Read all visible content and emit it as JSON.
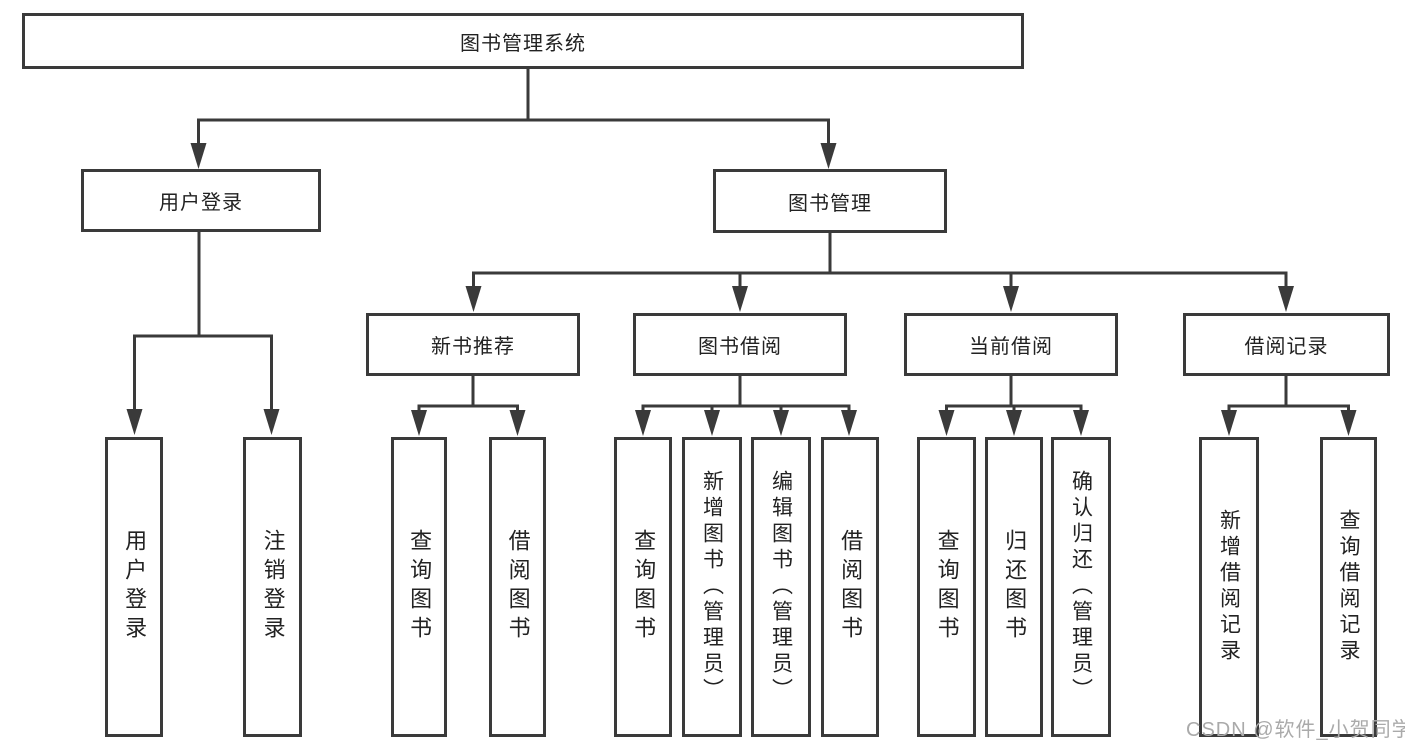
{
  "root": {
    "label": "图书管理系统"
  },
  "user_login": {
    "label": "用户登录",
    "children": [
      "用户登录",
      "注销登录"
    ]
  },
  "book_mgmt": {
    "label": "图书管理",
    "groups": [
      {
        "label": "新书推荐",
        "children": [
          "查询图书",
          "借阅图书"
        ]
      },
      {
        "label": "图书借阅",
        "children": [
          "查询图书",
          "新增图书（管理员）",
          "编辑图书（管理员）",
          "借阅图书"
        ]
      },
      {
        "label": "当前借阅",
        "children": [
          "查询图书",
          "归还图书",
          "确认归还（管理员）"
        ]
      },
      {
        "label": "借阅记录",
        "children": [
          "新增借阅记录",
          "查询借阅记录"
        ]
      }
    ]
  },
  "watermark": "CSDN @软件_小贺同学",
  "colors": {
    "line": "#3a3a3a",
    "text": "#222222",
    "watermark": "#aaaaaa",
    "background": "#ffffff"
  }
}
